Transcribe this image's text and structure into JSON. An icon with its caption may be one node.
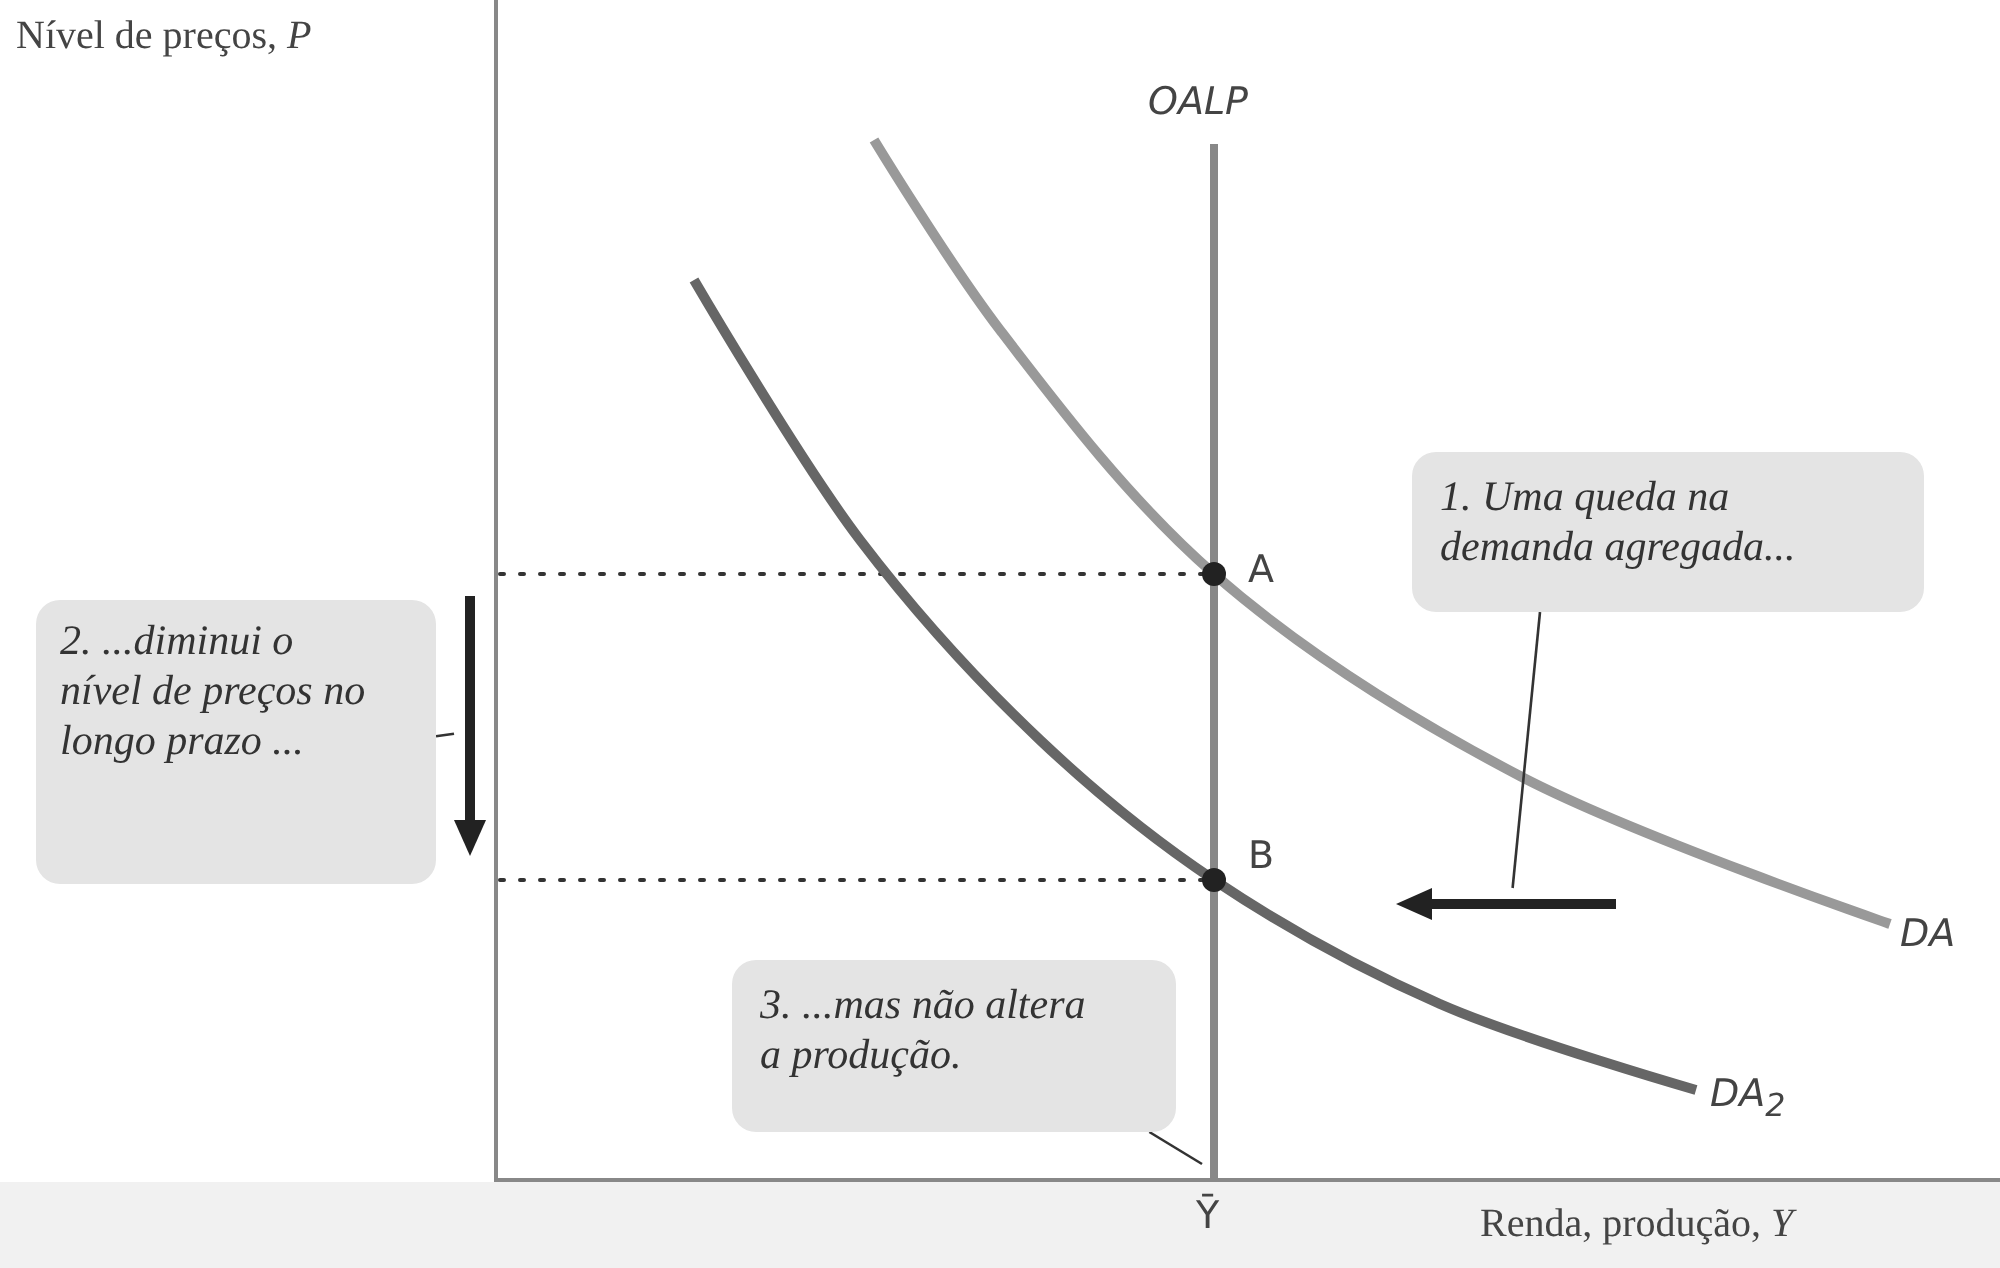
{
  "diagram": {
    "nodes": [
      {
        "text": [
          "1. Uma queda na demanda agregada..."
        ]
      },
      {
        "text": [
          "2. ...diminui o nível de preços no longo prazo ..."
        ]
      },
      {
        "text": [
          "3. ...mas não altera a produção."
        ]
      },
      {
        "text": [],
        "shape": "arrow"
      },
      {
        "text": [],
        "shape": "arrow"
      }
    ],
    "edges": [
      {
        "from": 0,
        "to": 3,
        "arrow": "none"
      },
      {
        "from": 1,
        "to": 4,
        "arrow": "none"
      },
      {
        "from": 2,
        "to": null,
        "arrow": "none"
      }
    ],
    "labels": [
      "Nível de preços, *P*",
      "OALP",
      "A",
      "B",
      "DA",
      "DA$_{2}$",
      "Ȳ",
      "Renda, produção, *Y*"
    ]
  }
}
